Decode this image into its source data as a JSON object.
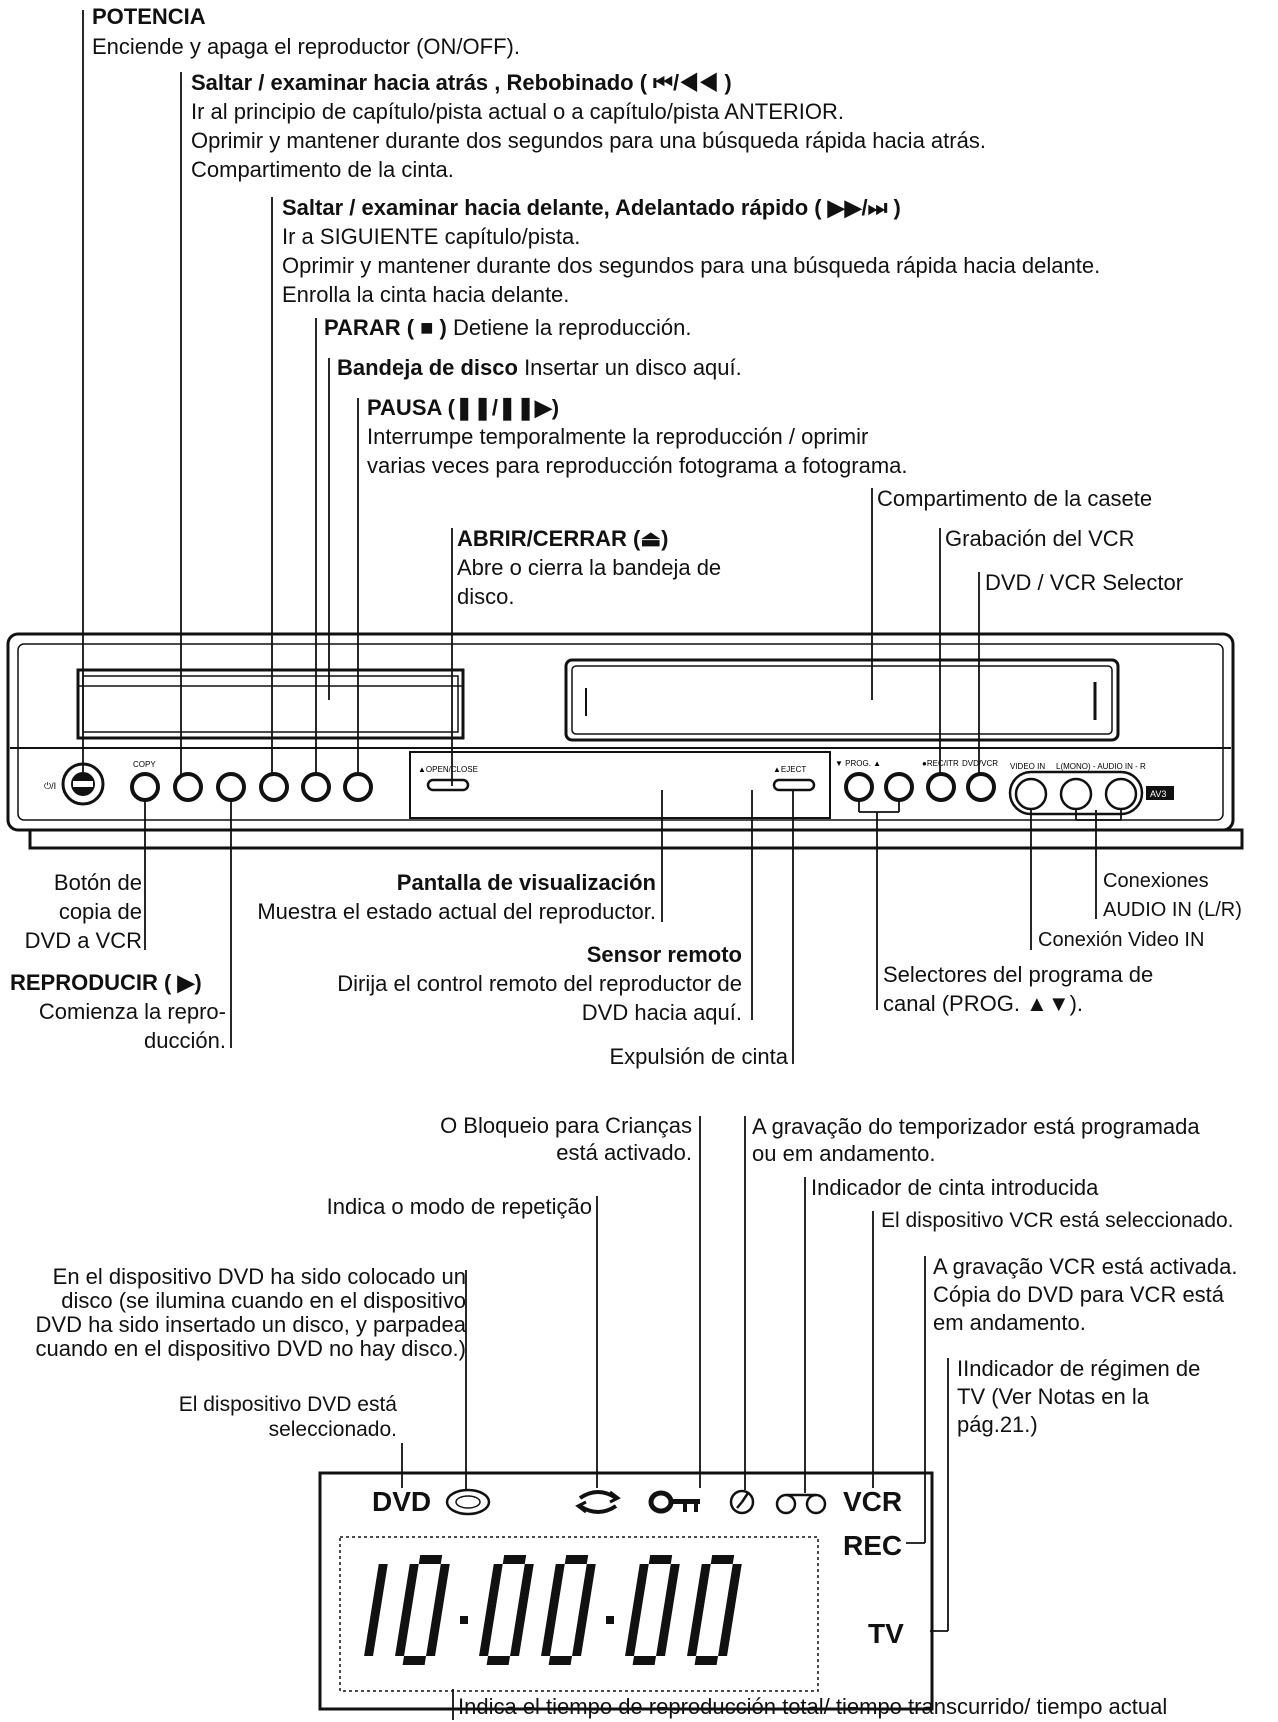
{
  "top_callouts": {
    "power": {
      "title": "POTENCIA",
      "lines": [
        "Enciende y apaga el reproductor (ON/OFF)."
      ]
    },
    "skip_back": {
      "title": "Saltar / examinar hacia atrás , Rebobinado ( ⏮/◀◀ )",
      "lines": [
        "Ir al principio de capítulo/pista actual o a capítulo/pista ANTERIOR.",
        "Oprimir y mantener durante dos segundos para una búsqueda rápida hacia atrás.",
        "Compartimento de la cinta."
      ]
    },
    "skip_fwd": {
      "title": "Saltar / examinar hacia delante, Adelantado rápido ( ▶▶/⏭ )",
      "lines": [
        "Ir a SIGUIENTE capítulo/pista.",
        "Oprimir y mantener durante dos segundos para una búsqueda rápida hacia delante.",
        "Enrolla la cinta hacia delante."
      ]
    },
    "stop": {
      "title": "PARAR ( ■ )",
      "text": " Detiene la reproducción."
    },
    "tray": {
      "title": "Bandeja de disco",
      "text": " Insertar un disco aquí."
    },
    "pause": {
      "title": "PAUSA (❚❚/❚❚▶)",
      "lines": [
        "Interrumpe temporalmente la reproducción / oprimir",
        "varias veces para reproducción fotograma a fotograma."
      ]
    },
    "cassette": "Compartimento de la casete",
    "open_close": {
      "title": "ABRIR/CERRAR (⏏)",
      "lines": [
        "Abre o cierra la bandeja de",
        "disco."
      ]
    },
    "vcr_rec": "Grabación del VCR",
    "selector": "DVD / VCR Selector"
  },
  "device_labels": {
    "open_close": "▲OPEN/CLOSE",
    "eject": "▲EJECT",
    "copy": "COPY",
    "prog": "▼ PROG. ▲",
    "rec_itr": "●REC/ITR",
    "dvd_vcr": "DVD/VCR",
    "video_in": "VIDEO IN",
    "audio_in": "L(MONO) - AUDIO IN - R",
    "av3": "AV3",
    "power": "⏻/I"
  },
  "bottom_callouts": {
    "copy_btn": [
      "Botón de",
      "copia de",
      "DVD a VCR"
    ],
    "play": {
      "title": "REPRODUCIR ( ▶)",
      "lines": [
        "Comienza la repro-",
        "ducción."
      ]
    },
    "display": {
      "title": "Pantalla de visualización",
      "text": "Muestra el estado actual del reproductor."
    },
    "remote": {
      "title": "Sensor remoto",
      "lines": [
        "Dirija el control remoto del reproductor de",
        "DVD hacia aquí."
      ]
    },
    "eject": "Expulsión de cinta",
    "audio_in": [
      "Conexiones",
      "AUDIO IN (L/R)"
    ],
    "video_in": "Conexión Video IN",
    "prog": [
      "Selectores del programa de",
      "canal (PROG. ▲▼)."
    ]
  },
  "display_callouts": {
    "child_lock": [
      "O Bloqueio para Crianças",
      "está activado."
    ],
    "timer": [
      "A gravação do temporizador está programada",
      "ou em andamento."
    ],
    "tape": "Indicador de cinta introducida",
    "vcr_sel": "El dispositivo VCR está seleccionado.",
    "repeat": "Indica o modo de repetição",
    "disc": [
      "En el dispositivo DVD ha sido colocado un",
      "disco (se ilumina cuando en el dispositivo",
      "DVD ha sido insertado un disco, y parpadea",
      "cuando en el dispositivo DVD no hay disco.)"
    ],
    "rec": [
      "A gravação VCR está activada.",
      "Cópia do DVD para VCR está",
      "em andamento."
    ],
    "tv": [
      "IIndicador de régimen de",
      "TV (Ver Notas en la",
      "pág.21.)"
    ],
    "dvd_sel": [
      "El dispositivo DVD está",
      "seleccionado."
    ],
    "time": "Indica el tiempo de reproducción total/ tiempo transcurrido/ tiempo actual"
  },
  "lcd": {
    "dvd": "DVD",
    "vcr": "VCR",
    "rec": "REC",
    "tv": "TV",
    "digits": "10:00:00"
  }
}
